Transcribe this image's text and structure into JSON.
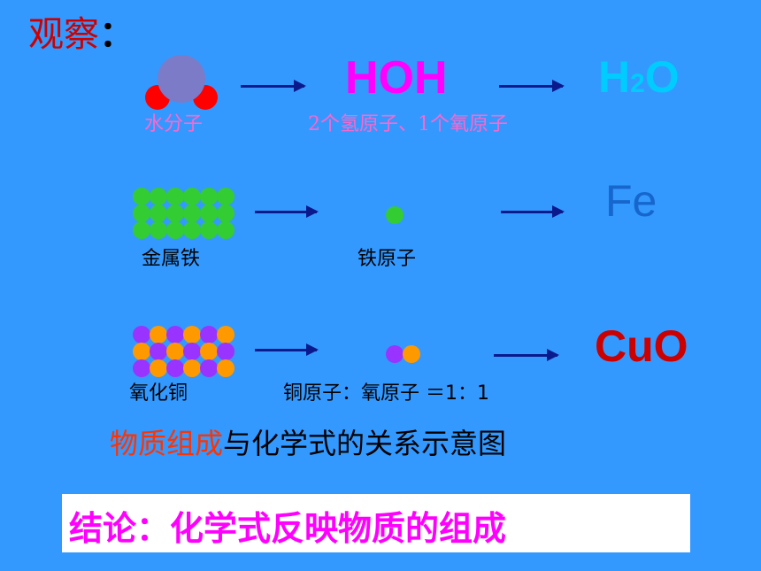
{
  "title": {
    "text": "观察",
    "colon": "："
  },
  "row1": {
    "label_molecule": "水分子",
    "formula_expanded": "HOH",
    "note": "2个氢原子、1个氧原子",
    "formula_h": "H",
    "formula_sub": "2",
    "formula_o": "O"
  },
  "row2": {
    "label_metal": "金属铁",
    "label_atom": "铁原子",
    "formula": "Fe"
  },
  "row3": {
    "label_compound": "氧化铜",
    "label_ratio": "铜原子：氧原子 ＝1：1",
    "formula": "CuO"
  },
  "caption": {
    "highlight": "物质组成",
    "rest": "与化学式的关系示意图"
  },
  "conclusion": {
    "text": "结论：化学式反映物质的组成"
  },
  "colors": {
    "background": "#3399ff",
    "title": "#cc0000",
    "hoh": "#ff00ff",
    "h2o": "#00ccff",
    "fe": "#1666cc",
    "cuo": "#cc0000",
    "iron": "#33cc33",
    "copper": "#9933ff",
    "oxygen": "#ff9900",
    "arrow": "#0a1a8c",
    "caption_highlight": "#ff3300",
    "conclusion_text": "#ff00ff"
  }
}
